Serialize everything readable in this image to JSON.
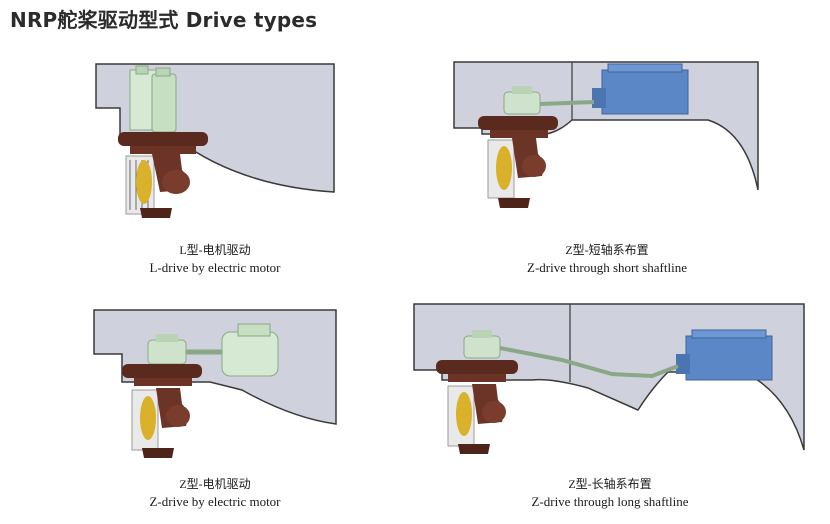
{
  "title": "NRP舵桨驱动型式  Drive types",
  "colors": {
    "hull_fill": "#cfd1dd",
    "hull_stroke": "#3a3a3a",
    "motor_green": "#d6e9d2",
    "engine_blue": "#5b87c6",
    "brown": "#5a2a1e",
    "propeller_yellow": "#d9b12a"
  },
  "panels": [
    {
      "id": "l-drive-electric",
      "caption_cn": "L型-电机驱动",
      "caption_en": "L-drive by electric motor"
    },
    {
      "id": "z-drive-short",
      "caption_cn": "Z型-短轴系布置",
      "caption_en": "Z-drive through short shaftline"
    },
    {
      "id": "z-drive-electric",
      "caption_cn": "Z型-电机驱动",
      "caption_en": "Z-drive by electric motor"
    },
    {
      "id": "z-drive-long",
      "caption_cn": "Z型-长轴系布置",
      "caption_en": "Z-drive through long shaftline"
    }
  ]
}
